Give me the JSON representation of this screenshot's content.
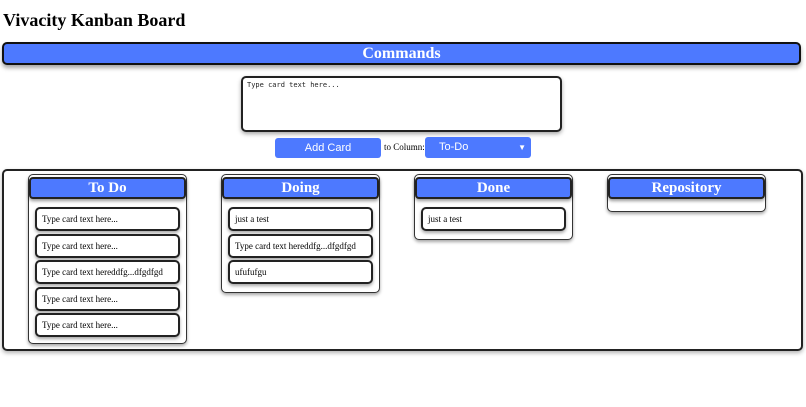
{
  "app": {
    "title": "Vivacity Kanban Board"
  },
  "commands": {
    "header": "Commands",
    "input_placeholder": "Type card text here...",
    "add_button": "Add Card",
    "to_column_label": "to Column:",
    "selected_column": "To-Do"
  },
  "colors": {
    "accent": "#4d79ff"
  },
  "columns": [
    {
      "title": "To Do",
      "cards": [
        "Type card text here...",
        "Type card text here...",
        "Type card text hereddfg...dfgdfgd",
        "Type card text here...",
        "Type card text here..."
      ]
    },
    {
      "title": "Doing",
      "cards": [
        "just a test",
        "Type card text hereddfg...dfgdfgd",
        "ufufufgu"
      ]
    },
    {
      "title": "Done",
      "cards": [
        "just a test"
      ]
    },
    {
      "title": "Repository",
      "cards": []
    }
  ]
}
